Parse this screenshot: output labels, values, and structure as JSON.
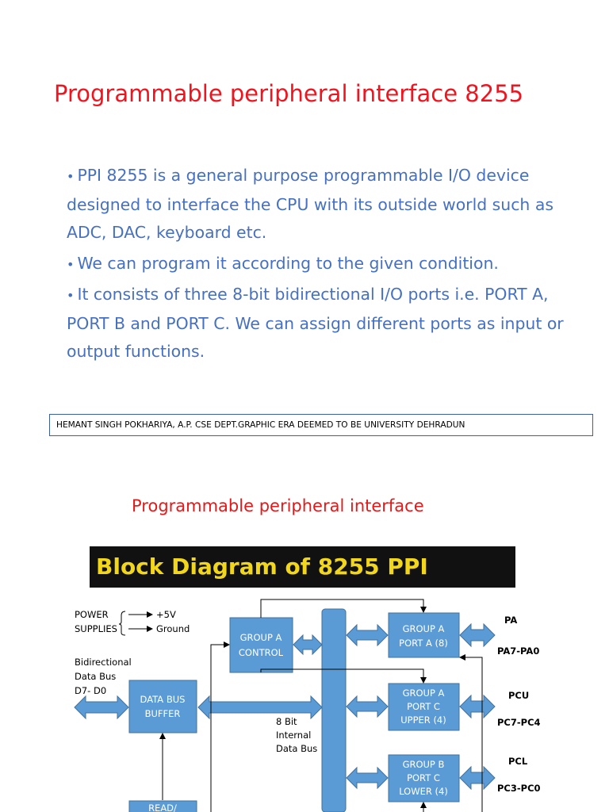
{
  "slide1": {
    "title": "Programmable peripheral interface 8255",
    "bullets": [
      "PPI 8255 is a general purpose programmable I/O device designed to interface the CPU with its outside world such as ADC, DAC, keyboard etc.",
      "We can program it according to the given condition.",
      "It consists of three 8-bit bidirectional I/O ports i.e. PORT A, PORT B and PORT C. We can assign different ports as input or output functions."
    ],
    "footer": "HEMANT SINGH POKHARIYA, A.P. CSE DEPT.GRAPHIC ERA DEEMED TO BE UNIVERSITY DEHRADUN"
  },
  "slide2": {
    "title": "Programmable peripheral interface",
    "banner": "Block Diagram of 8255 PPI",
    "power": {
      "label1": "POWER",
      "label2": "SUPPLIES",
      "plus": "+5V",
      "ground": "Ground"
    },
    "data_bus_label": [
      "Bidirectional",
      "Data Bus",
      "D7- D0"
    ],
    "internal_bus_label": [
      "8 Bit",
      "Internal",
      "Data Bus"
    ],
    "blocks": {
      "group_a_control": [
        "GROUP A",
        "CONTROL"
      ],
      "data_bus_buffer": [
        "DATA BUS",
        "BUFFER"
      ],
      "read_write": [
        "READ/"
      ],
      "group_a_port_a": [
        "GROUP A",
        "PORT A (8)"
      ],
      "group_a_port_c_upper": [
        "GROUP A",
        "PORT C",
        "UPPER (4)"
      ],
      "group_b_port_c_lower": [
        "GROUP B",
        "PORT C",
        "LOWER (4)"
      ]
    },
    "port_labels": {
      "pa": "PA",
      "pa_pins": "PA7-PA0",
      "pcu": "PCU",
      "pcu_pins": "PC7-PC4",
      "pcl": "PCL",
      "pcl_pins": "PC3-PC0"
    },
    "colors": {
      "block": "#5b9bd5",
      "block_border": "#41719c",
      "title": "#e31a1a",
      "banner_bg": "#111111",
      "banner_text": "#f2d61b"
    }
  }
}
